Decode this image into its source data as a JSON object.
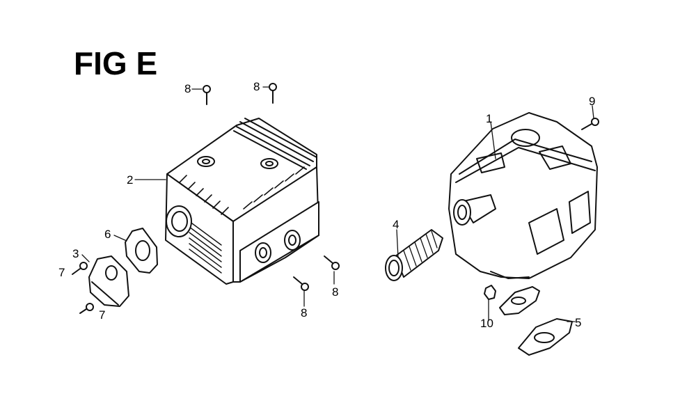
{
  "figure": {
    "title": "FIG E"
  },
  "callouts": {
    "c1": "1",
    "c2": "2",
    "c3": "3",
    "c4": "4",
    "c5": "5",
    "c6": "6",
    "c7a": "7",
    "c7b": "7",
    "c8a": "8",
    "c8b": "8",
    "c8c": "8",
    "c8d": "8",
    "c9": "9",
    "c10": "10"
  }
}
